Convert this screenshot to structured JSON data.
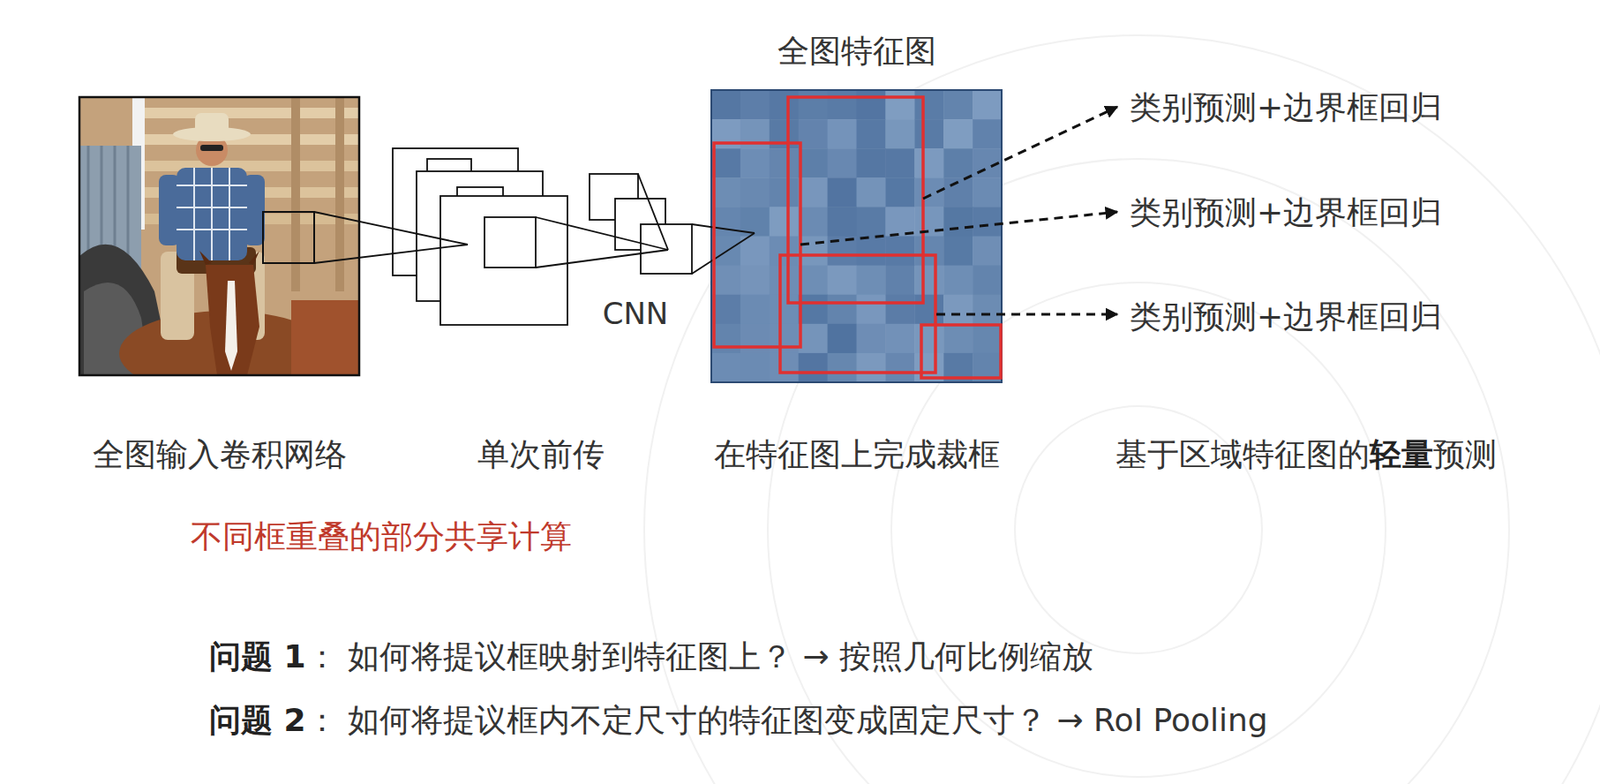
{
  "diagram": {
    "nodes": [
      {
        "text": [
          "全图特征图"
        ]
      }
    ],
    "labels": [
      "CNN",
      "类别预测+边界框回归",
      "类别预测+边界框回归",
      "类别预测+边界框回归",
      "全图输入卷积网络",
      "单次前传",
      "在特征图上完成裁框",
      "基于区域特征图的",
      "轻量",
      "预测",
      "不同框重叠的部分共享计算",
      "问题 1",
      "： 如何将提议框映射到特征图上？ → 按照几何比例缩放",
      "问题 2",
      "： 如何将提议框内不定尺寸的特征图变成固定尺寸？ → RoI Pooling"
    ]
  }
}
